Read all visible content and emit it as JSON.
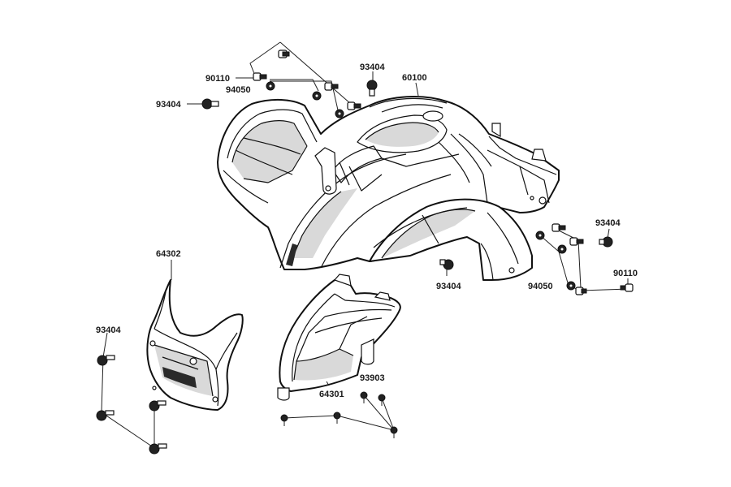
{
  "labels": {
    "p90110_top": "90110",
    "p94050_top": "94050",
    "p93404_topleft": "93404",
    "p93404_topmid": "93404",
    "p60100": "60100",
    "p93404_right": "93404",
    "p90110_right": "90110",
    "p94050_right": "94050",
    "p93404_center": "93404",
    "p64302": "64302",
    "p93404_left": "93404",
    "p64301": "64301",
    "p93903": "93903"
  }
}
